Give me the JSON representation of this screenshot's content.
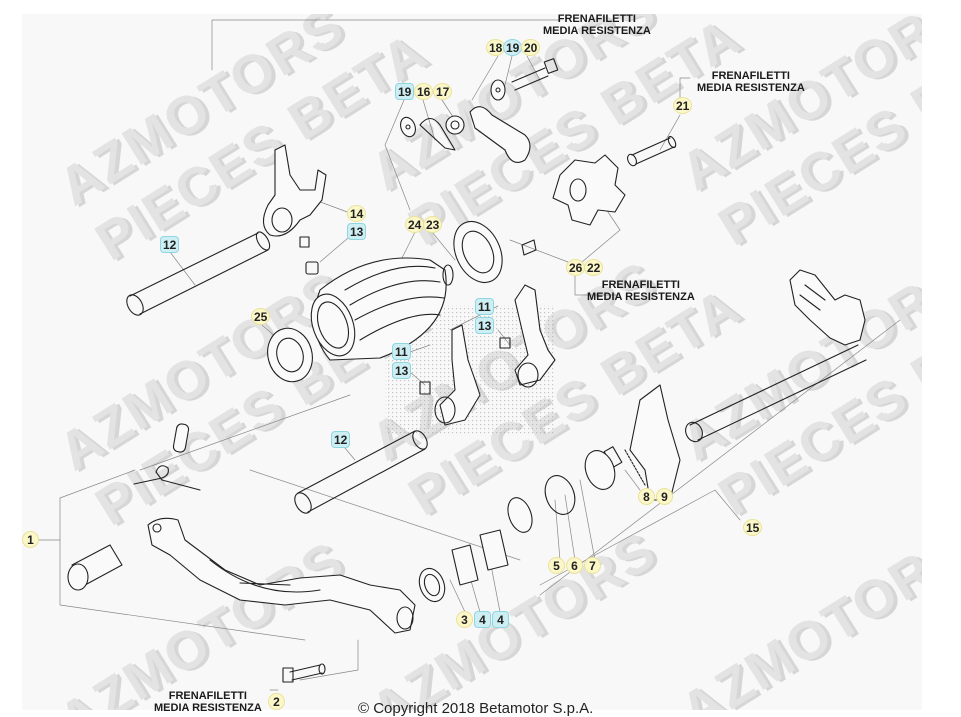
{
  "diagram": {
    "title": "Gearshift mechanism exploded parts diagram",
    "background_color": "#f8f8f8",
    "watermark_lines": [
      "AZMOTORS",
      "PIECES BETA"
    ],
    "callout_colors": {
      "yellow_fill": "#fbf7c8",
      "cyan_fill": "#cdeff4"
    },
    "notes": [
      {
        "id": "note-top",
        "line1": "FRENAFILETTI",
        "line2": "MEDIA RESISTENZA",
        "refs": [
          "18",
          "19",
          "20"
        ]
      },
      {
        "id": "note-right",
        "line1": "FRENAFILETTI",
        "line2": "MEDIA RESISTENZA",
        "refs": [
          "21"
        ]
      },
      {
        "id": "note-mid",
        "line1": "FRENAFILETTI",
        "line2": "MEDIA RESISTENZA",
        "refs": [
          "26",
          "22"
        ]
      },
      {
        "id": "note-bottom",
        "line1": "FRENAFILETTI",
        "line2": "MEDIA RESISTENZA",
        "refs": [
          "2"
        ]
      }
    ],
    "callouts": [
      {
        "label": "18",
        "style": "yellow"
      },
      {
        "label": "19",
        "style": "cyan"
      },
      {
        "label": "20",
        "style": "yellow"
      },
      {
        "label": "19",
        "style": "cyan"
      },
      {
        "label": "16",
        "style": "yellow"
      },
      {
        "label": "17",
        "style": "yellow"
      },
      {
        "label": "21",
        "style": "yellow"
      },
      {
        "label": "14",
        "style": "yellow"
      },
      {
        "label": "13",
        "style": "cyan"
      },
      {
        "label": "12",
        "style": "cyan"
      },
      {
        "label": "24",
        "style": "yellow"
      },
      {
        "label": "23",
        "style": "yellow"
      },
      {
        "label": "26",
        "style": "yellow"
      },
      {
        "label": "22",
        "style": "yellow"
      },
      {
        "label": "25",
        "style": "yellow"
      },
      {
        "label": "11",
        "style": "cyan"
      },
      {
        "label": "13",
        "style": "cyan"
      },
      {
        "label": "11",
        "style": "cyan"
      },
      {
        "label": "13",
        "style": "cyan"
      },
      {
        "label": "12",
        "style": "cyan"
      },
      {
        "label": "8",
        "style": "yellow"
      },
      {
        "label": "9",
        "style": "yellow"
      },
      {
        "label": "15",
        "style": "yellow"
      },
      {
        "label": "1",
        "style": "yellow"
      },
      {
        "label": "5",
        "style": "yellow"
      },
      {
        "label": "6",
        "style": "yellow"
      },
      {
        "label": "7",
        "style": "yellow"
      },
      {
        "label": "3",
        "style": "yellow"
      },
      {
        "label": "4",
        "style": "cyan"
      },
      {
        "label": "4",
        "style": "cyan"
      },
      {
        "label": "2",
        "style": "yellow"
      }
    ],
    "parts": [
      "gearshift-lever",
      "lever-pin",
      "torsion-spring",
      "lever-bushing",
      "lever-bolt",
      "shift-shaft",
      "shift-drum",
      "shift-fork-14",
      "shift-fork-11-left",
      "shift-fork-11-right",
      "fork-rod-12-upper",
      "fork-rod-12-lower",
      "bearing-25",
      "oil-seal-23",
      "star-plate",
      "selector-arm",
      "bearing-17",
      "spring-16",
      "washer-19",
      "bolt-21",
      "bolt-20",
      "spring-8",
      "selector-plate-9",
      "return-spring-5-6-7",
      "bushings-3-4"
    ],
    "copyright": "© Copyright 2018 Betamotor S.p.A."
  }
}
